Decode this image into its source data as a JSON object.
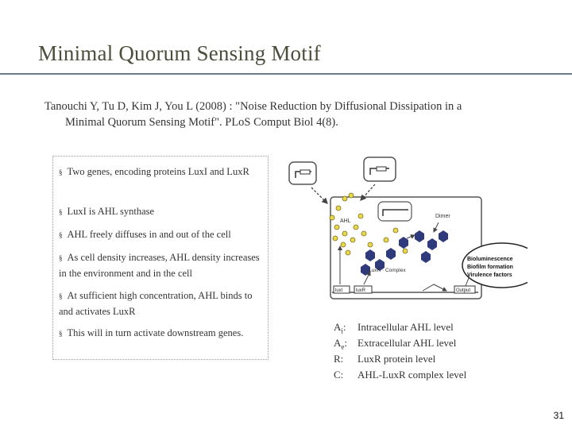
{
  "slide": {
    "title": "Minimal Quorum Sensing Motif",
    "citation_line1": "Tanouchi Y, Tu D, Kim J, You L (2008) : \"Noise Reduction by Diffusional Dissipation in a",
    "citation_line2": "Minimal Quorum Sensing Motif\". PLoS Comput Biol 4(8).",
    "page_number": "31"
  },
  "bullets": [
    "Two genes, encoding proteins LuxI and LuxR",
    "LuxI is AHL synthase",
    "AHL freely diffuses in and out of the cell",
    "As cell density increases, AHL density increases in the environment and in the cell",
    "At sufficient high concentration, AHL binds to and activates LuxR",
    "This will in turn activate downstream genes."
  ],
  "bullet_mark": "§",
  "diagram": {
    "ahl_label": "AHL",
    "dimer_label": "Dimer",
    "complex_label": "LuxR · Complex",
    "luxI_gene": "luxI",
    "luxR_gene": "luxR",
    "output_label": "Output",
    "callout_1": "Bioluminescence",
    "callout_2": "Biofilm formation",
    "callout_3": "Virulence factors"
  },
  "legend": [
    {
      "sym": "A",
      "sub": "i",
      "suffix": ":",
      "text": "Intracellular AHL level"
    },
    {
      "sym": "A",
      "sub": "e",
      "suffix": ":",
      "text": "Extracellular AHL level"
    },
    {
      "sym": "R",
      "sub": "",
      "suffix": ":",
      "text": "LuxR protein level"
    },
    {
      "sym": "C",
      "sub": "",
      "suffix": ":",
      "text": "AHL-LuxR complex level"
    }
  ],
  "colors": {
    "title": "#4a4e3a",
    "rule": "#6b7a8a",
    "ahl": "#e8d84a",
    "luxr": "#2f3a7a",
    "cell_border": "#555555"
  }
}
